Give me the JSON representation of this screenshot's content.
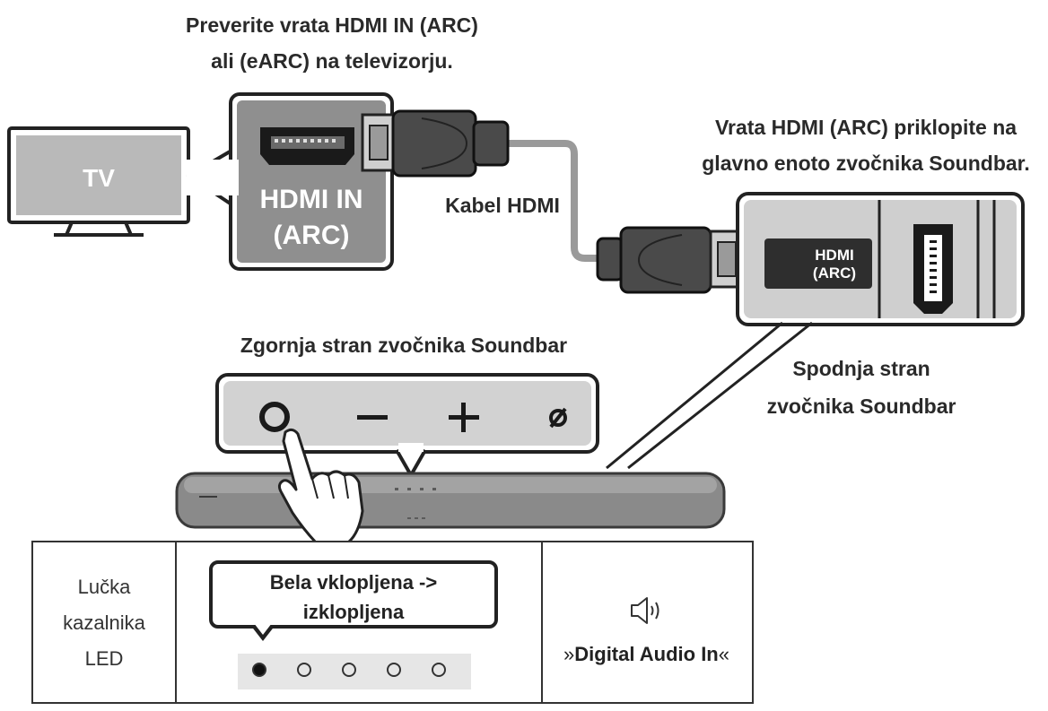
{
  "labels": {
    "check_port_line1": "Preverite vrata HDMI IN (ARC)",
    "check_port_line2": "ali (eARC) na televizorju.",
    "connect_line1": "Vrata HDMI (ARC) priklopite na",
    "connect_line2": "glavno enoto zvočnika Soundbar.",
    "cable": "Kabel HDMI",
    "top_side": "Zgornja stran zvočnika Soundbar",
    "bottom_side_line1": "Spodnja stran",
    "bottom_side_line2": "zvočnika Soundbar"
  },
  "tv": {
    "label": "TV"
  },
  "tv_port": {
    "line1": "HDMI IN",
    "line2": "(ARC)"
  },
  "soundbar_port": {
    "line1": "HDMI",
    "line2": "(ARC)"
  },
  "buttons": [
    "power",
    "minus",
    "plus",
    "mute"
  ],
  "led_table": {
    "label_lines": [
      "Lučka",
      "kazalnika",
      "LED"
    ],
    "callout_lines": [
      "Bela vklopljena ->",
      "izklopljena"
    ],
    "leds": [
      true,
      false,
      false,
      false,
      false
    ],
    "mode_prefix": "»",
    "mode_name": "Digital Audio In",
    "mode_suffix": "«",
    "mode_icon": "speaker-sound-icon"
  },
  "colors": {
    "panel_gray": "#d8d8d8",
    "port_dark": "#3a3a3a",
    "cable_gray": "#9a9a9a",
    "soundbar": "#8a8a8a"
  }
}
